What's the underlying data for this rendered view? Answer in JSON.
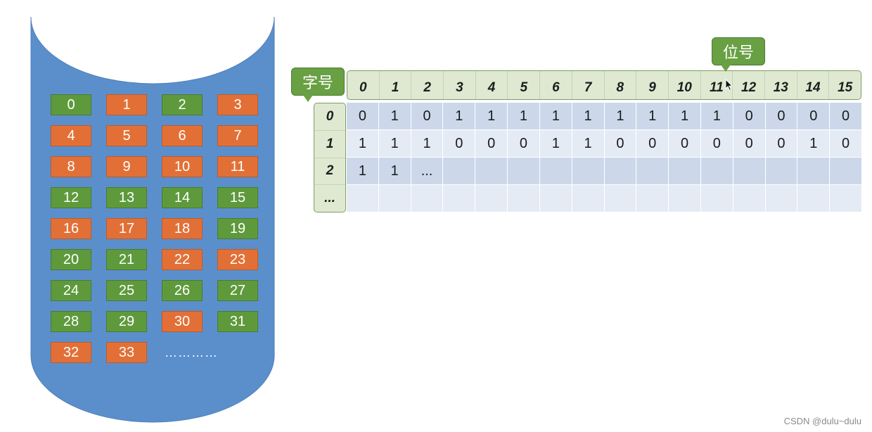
{
  "disk": {
    "blocks": [
      {
        "label": "0",
        "status": "free"
      },
      {
        "label": "1",
        "status": "used"
      },
      {
        "label": "2",
        "status": "free"
      },
      {
        "label": "3",
        "status": "used"
      },
      {
        "label": "4",
        "status": "used"
      },
      {
        "label": "5",
        "status": "used"
      },
      {
        "label": "6",
        "status": "used"
      },
      {
        "label": "7",
        "status": "used"
      },
      {
        "label": "8",
        "status": "used"
      },
      {
        "label": "9",
        "status": "used"
      },
      {
        "label": "10",
        "status": "used"
      },
      {
        "label": "11",
        "status": "used"
      },
      {
        "label": "12",
        "status": "free"
      },
      {
        "label": "13",
        "status": "free"
      },
      {
        "label": "14",
        "status": "free"
      },
      {
        "label": "15",
        "status": "free"
      },
      {
        "label": "16",
        "status": "used"
      },
      {
        "label": "17",
        "status": "used"
      },
      {
        "label": "18",
        "status": "used"
      },
      {
        "label": "19",
        "status": "free"
      },
      {
        "label": "20",
        "status": "free"
      },
      {
        "label": "21",
        "status": "free"
      },
      {
        "label": "22",
        "status": "used"
      },
      {
        "label": "23",
        "status": "used"
      },
      {
        "label": "24",
        "status": "free"
      },
      {
        "label": "25",
        "status": "free"
      },
      {
        "label": "26",
        "status": "free"
      },
      {
        "label": "27",
        "status": "free"
      },
      {
        "label": "28",
        "status": "free"
      },
      {
        "label": "29",
        "status": "free"
      },
      {
        "label": "30",
        "status": "used"
      },
      {
        "label": "31",
        "status": "free"
      },
      {
        "label": "32",
        "status": "used"
      },
      {
        "label": "33",
        "status": "used"
      }
    ],
    "ellipsis": "…………",
    "colors": {
      "disk": "#5b8fcc",
      "free": "#5e9a3c",
      "used": "#e27036"
    }
  },
  "bitmap": {
    "word_callout": "字号",
    "bit_callout": "位号",
    "bit_numbers": [
      "0",
      "1",
      "2",
      "3",
      "4",
      "5",
      "6",
      "7",
      "8",
      "9",
      "10",
      "11",
      "12",
      "13",
      "14",
      "15"
    ],
    "row_labels": [
      "0",
      "1",
      "2",
      "..."
    ],
    "rows": [
      [
        "0",
        "1",
        "0",
        "1",
        "1",
        "1",
        "1",
        "1",
        "1",
        "1",
        "1",
        "1",
        "0",
        "0",
        "0",
        "0"
      ],
      [
        "1",
        "1",
        "1",
        "0",
        "0",
        "0",
        "1",
        "1",
        "0",
        "0",
        "0",
        "0",
        "0",
        "0",
        "1",
        "0"
      ],
      [
        "1",
        "1",
        "...",
        "",
        "",
        "",
        "",
        "",
        "",
        "",
        "",
        "",
        "",
        "",
        "",
        ""
      ],
      [
        "",
        "",
        "",
        "",
        "",
        "",
        "",
        "",
        "",
        "",
        "",
        "",
        "",
        "",
        "",
        ""
      ]
    ]
  },
  "watermark": "CSDN @dulu~dulu",
  "cursor": "cursor-arrow-icon"
}
